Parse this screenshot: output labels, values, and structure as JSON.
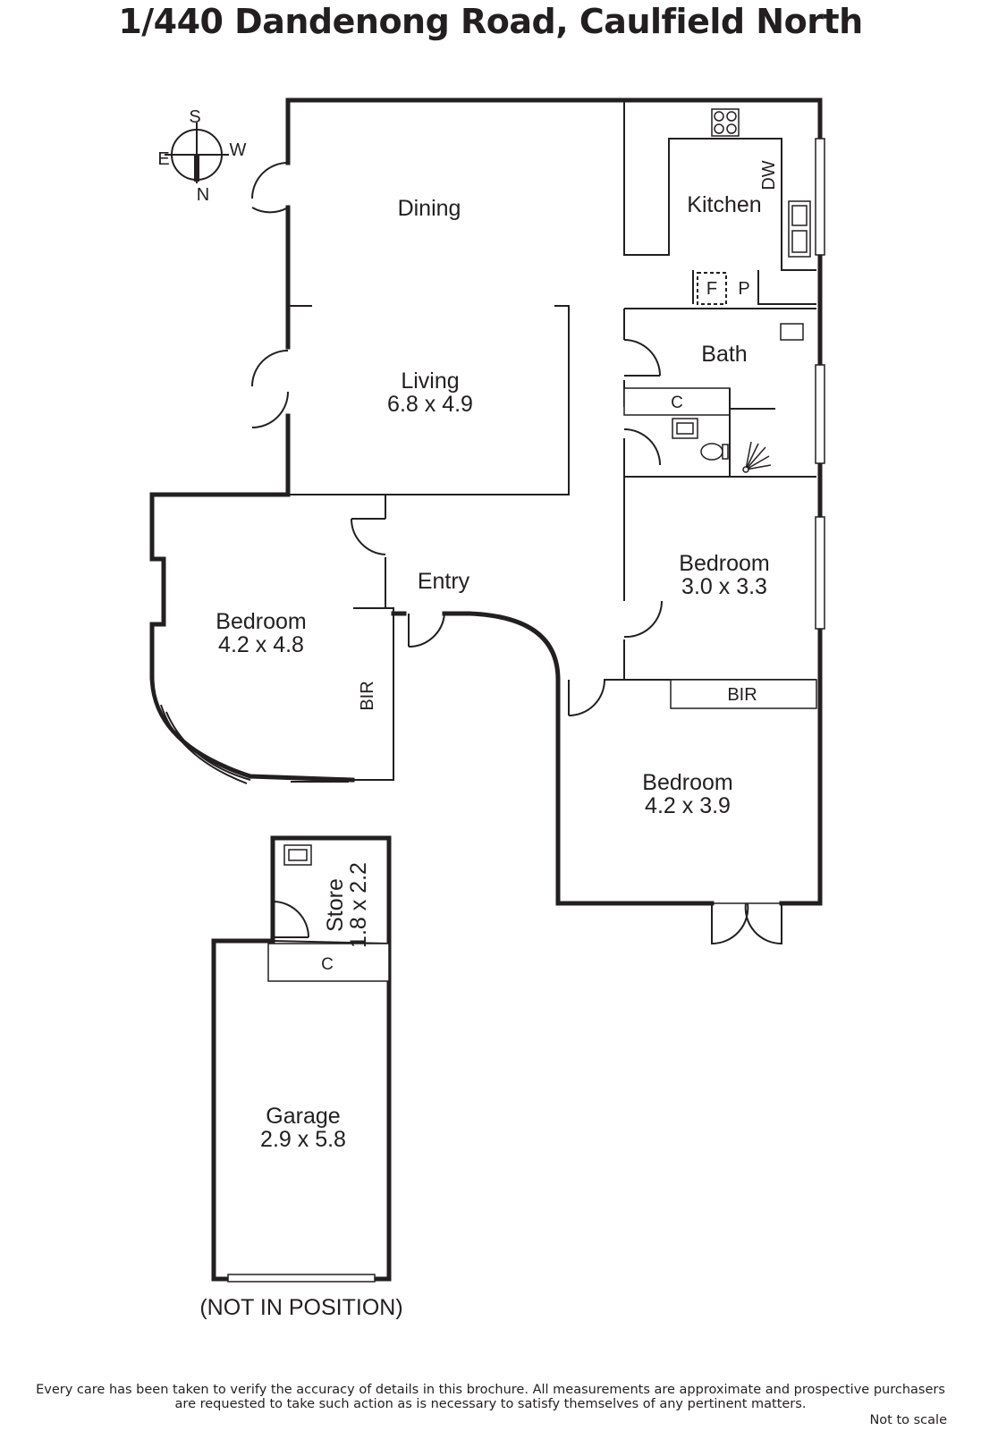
{
  "title": "1/440 Dandenong Road, Caulfield North",
  "compass": {
    "s": "S",
    "e": "E",
    "w": "W",
    "n": "N"
  },
  "rooms": {
    "dining": {
      "name": "Dining"
    },
    "kitchen": {
      "name": "Kitchen",
      "dw": "DW",
      "f": "F",
      "p": "P"
    },
    "living": {
      "name": "Living",
      "size": "6.8 x 4.9"
    },
    "bath": {
      "name": "Bath",
      "cupboard": "C"
    },
    "entry": {
      "name": "Entry"
    },
    "bedroom_left": {
      "name": "Bedroom",
      "size": "4.2 x 4.8",
      "bir": "BIR"
    },
    "bedroom_right_upper": {
      "name": "Bedroom",
      "size": "3.0 x 3.3"
    },
    "bedroom_right_lower": {
      "name": "Bedroom",
      "size": "4.2 x 3.9",
      "bir": "BIR"
    },
    "store": {
      "name": "Store",
      "size": "1.8 x 2.2"
    },
    "garage": {
      "name": "Garage",
      "size": "2.9 x 5.8",
      "cupboard": "C",
      "note": "(NOT IN POSITION)"
    }
  },
  "disclaimer": {
    "line1": "Every care has been taken to verify the accuracy of details in this brochure.  All measurements are approximate and prospective purchasers",
    "line2": "are requested to take such action as is necessary to satisfy themselves of any pertinent matters."
  },
  "scale_note": "Not to scale"
}
